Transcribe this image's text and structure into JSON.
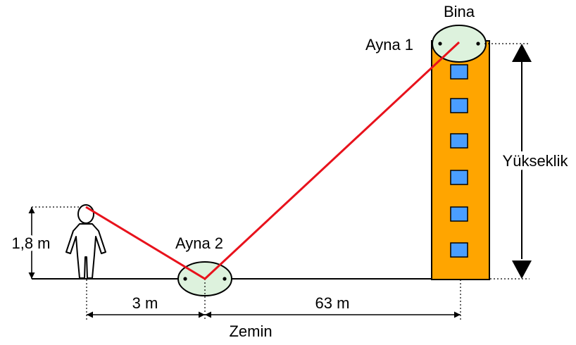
{
  "labels": {
    "building": "Bina",
    "mirror1": "Ayna 1",
    "mirror2": "Ayna 2",
    "height": "Yükseklik",
    "person_height": "1,8 m",
    "dist_person_mirror": "3 m",
    "dist_mirror_building": "63 m",
    "ground": "Zemin"
  },
  "colors": {
    "building": "#FFA500",
    "window": "#4A9EFF",
    "mirror": "#DDF2DD",
    "ray": "#E8121C",
    "line": "#000000"
  },
  "window_count": 6
}
